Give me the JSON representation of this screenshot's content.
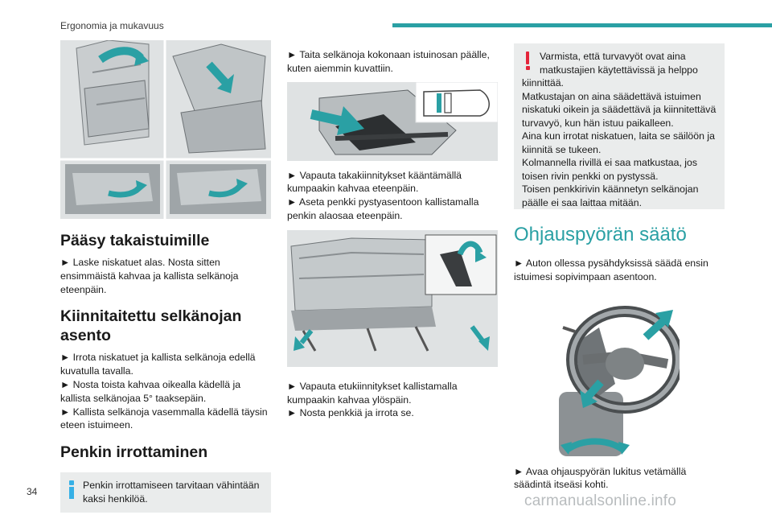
{
  "header": {
    "section_title": "Ergonomia ja mukavuus"
  },
  "page_number": "34",
  "watermark": "carmanualsonline.info",
  "colors": {
    "accent": "#2aa0a4",
    "info": "#36b0e6",
    "warning": "#e4253a",
    "box_bg": "#eaecec"
  },
  "col1": {
    "heading_1": "Pääsy takaistuimille",
    "para_1": [
      "► Laske niskatuet alas. Nosta sitten ensimmäistä kahvaa ja kallista selkänoja eteenpäin."
    ],
    "heading_2": "Kiinnitaitettu selkänojan asento",
    "para_2": [
      "► Irrota niskatuet ja kallista selkänoja edellä kuvatulla tavalla.",
      "► Nosta toista kahvaa oikealla kädellä ja kallista selkänojaa 5° taaksepäin.",
      "► Kallista selkänoja vasemmalla kädellä täysin eteen istuimeen."
    ],
    "heading_3": "Penkin irrottaminen",
    "info_text": "Penkin irrottamiseen tarvitaan vähintään kaksi henkilöä."
  },
  "col2": {
    "para_1": [
      "► Taita selkänoja kokonaan istuinosan päälle, kuten aiemmin kuvattiin."
    ],
    "para_2": [
      "► Vapauta takakiinnitykset kääntämällä kumpaakin kahvaa eteenpäin.",
      "► Aseta penkki pystyasentoon kallistamalla penkin alaosaa eteenpäin."
    ],
    "para_3": [
      "► Vapauta etukiinnitykset kallistamalla kumpaakin kahvaa ylöspäin.",
      "► Nosta penkkiä ja irrota se."
    ]
  },
  "col3": {
    "warning_lines": [
      "Varmista, että turvavyöt ovat aina",
      "matkustajien käytettävissä ja helppo",
      "kiinnittää.",
      "Matkustajan on aina säädettävä istuimen",
      "niskatuki oikein ja säädettävä ja kiinnitettävä",
      "turvavyö, kun hän istuu paikalleen.",
      "Aina kun irrotat niskatuen, laita se säilöön ja",
      "kiinnitä se tukeen.",
      "Kolmannella rivillä ei saa matkustaa, jos",
      "toisen rivin penkki on pystyssä.",
      "Toisen penkkirivin käännetyn selkänojan",
      "päälle ei saa laittaa mitään."
    ],
    "heading": "Ohjauspyörän säätö",
    "para_1": [
      "► Auton ollessa pysähdyksissä säädä ensin istuimesi sopivimpaan asentoon."
    ],
    "para_2": [
      "► Avaa ohjauspyörän lukitus vetämällä säädintä itseäsi kohti."
    ]
  }
}
